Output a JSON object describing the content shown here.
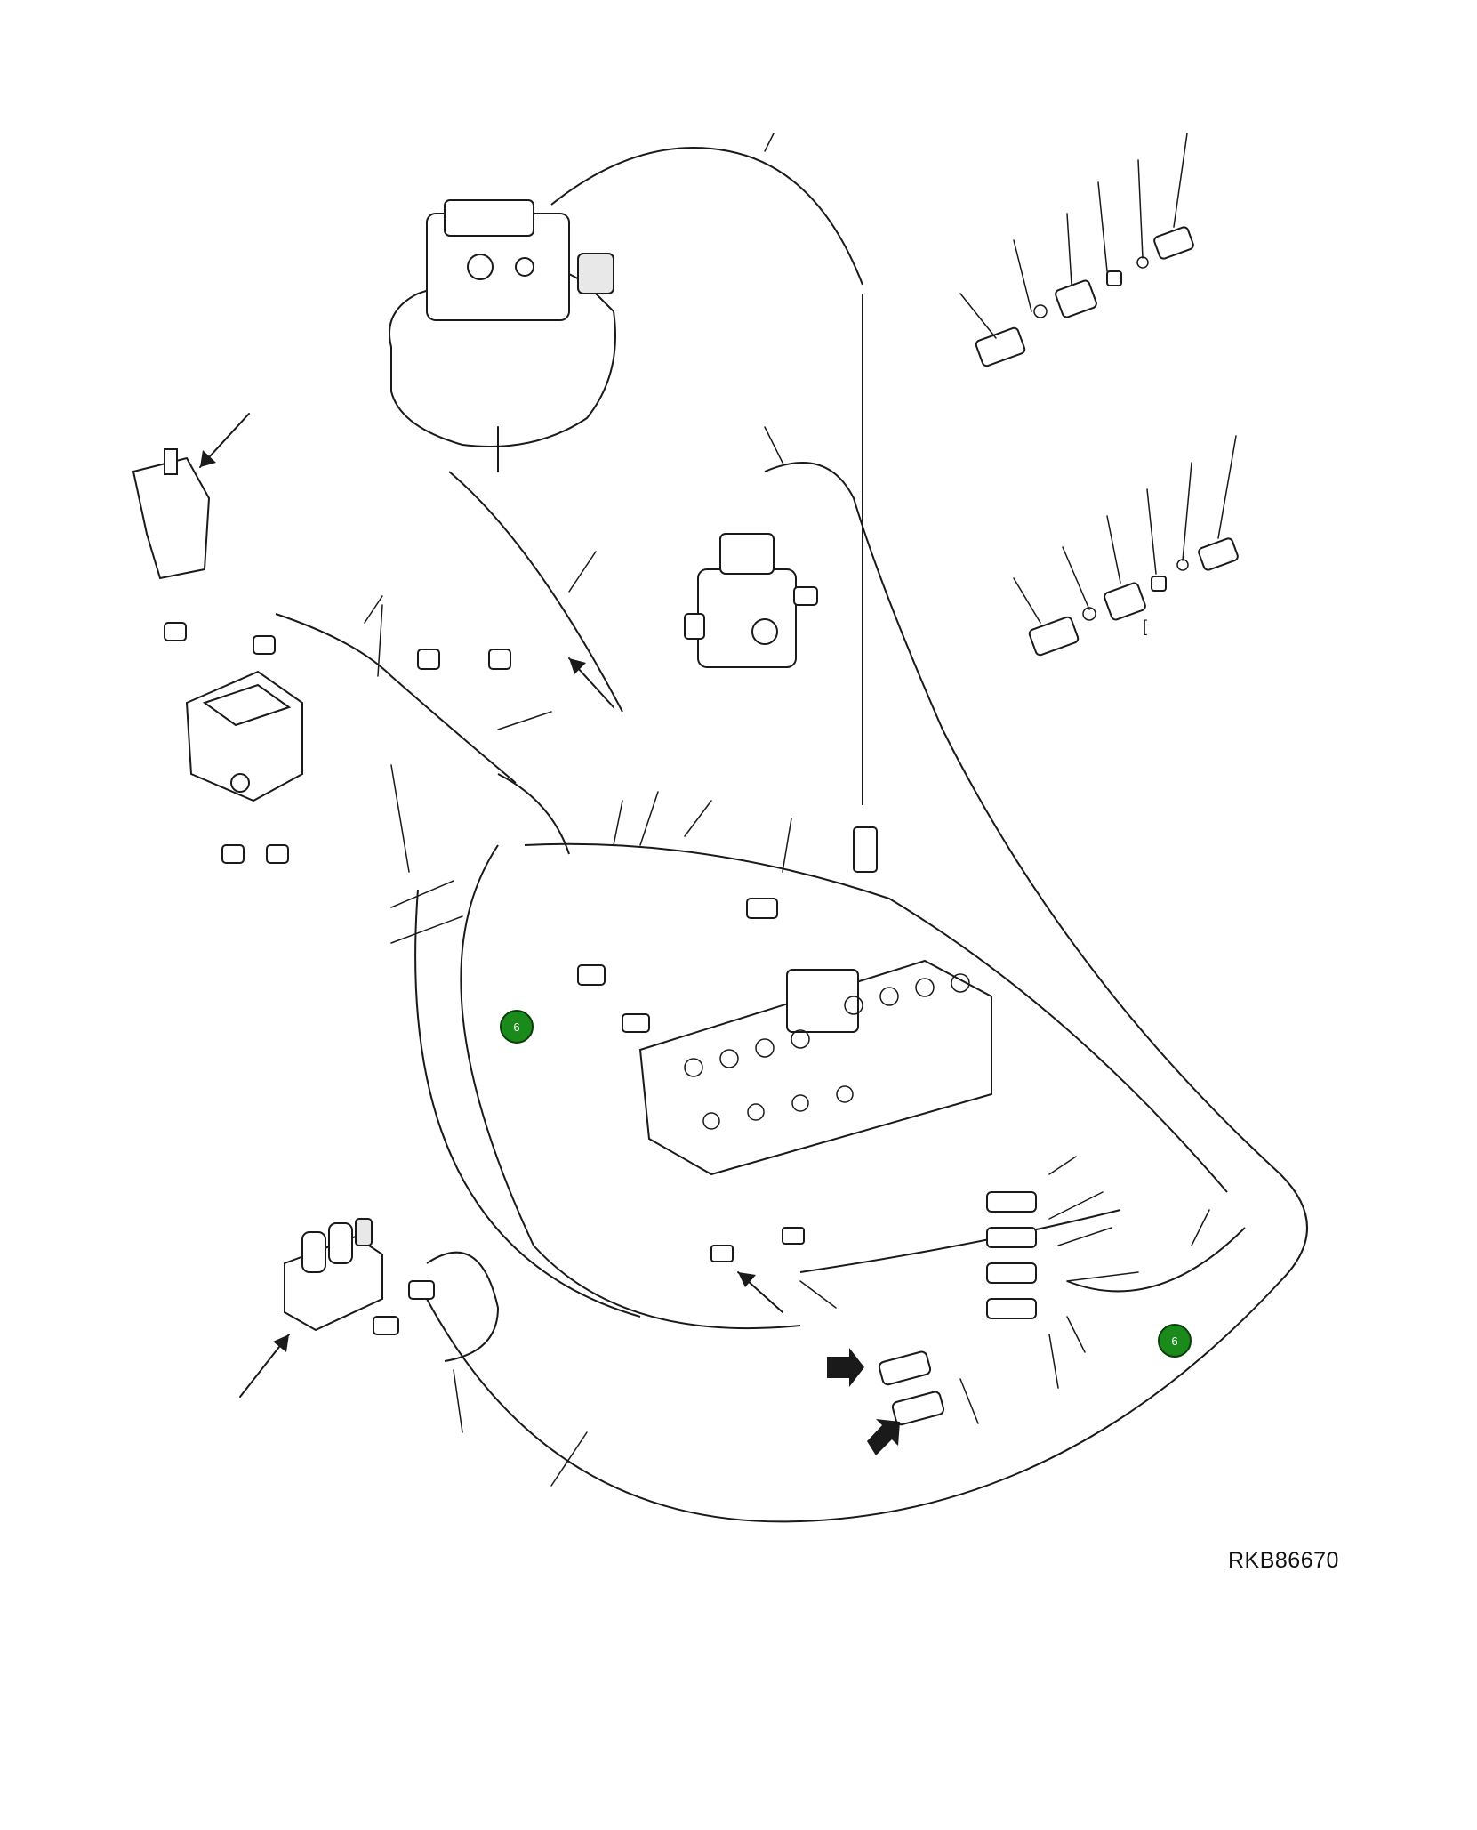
{
  "drawing": {
    "code": "RKB86670",
    "stray_mark": "[",
    "hotspot_color": "#1a8a1a",
    "hotspots": [
      {
        "label": "6"
      },
      {
        "label": "6"
      }
    ]
  }
}
